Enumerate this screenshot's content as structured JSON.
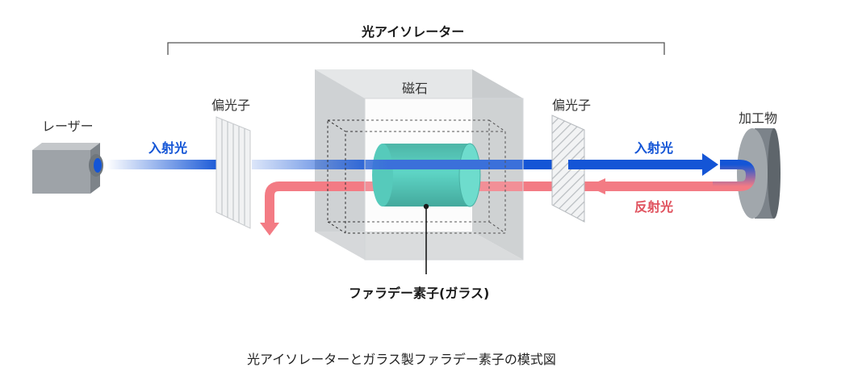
{
  "diagram": {
    "isolator_label": "光アイソレーター",
    "magnet_label": "磁石",
    "laser_label": "レーザー",
    "polarizer_left_label": "偏光子",
    "polarizer_right_label": "偏光子",
    "workpiece_label": "加工物",
    "incident_label_left": "入射光",
    "incident_label_right": "入射光",
    "reflected_label": "反射光",
    "faraday_label": "ファラデー素子(ガラス)",
    "caption": "光アイソレーターとガラス製ファラデー素子の模式図"
  },
  "colors": {
    "incident": "#1455d6",
    "reflected": "#f37b84",
    "faraday_glass": "#2cb9a8",
    "magnet": "#d9dcde"
  }
}
